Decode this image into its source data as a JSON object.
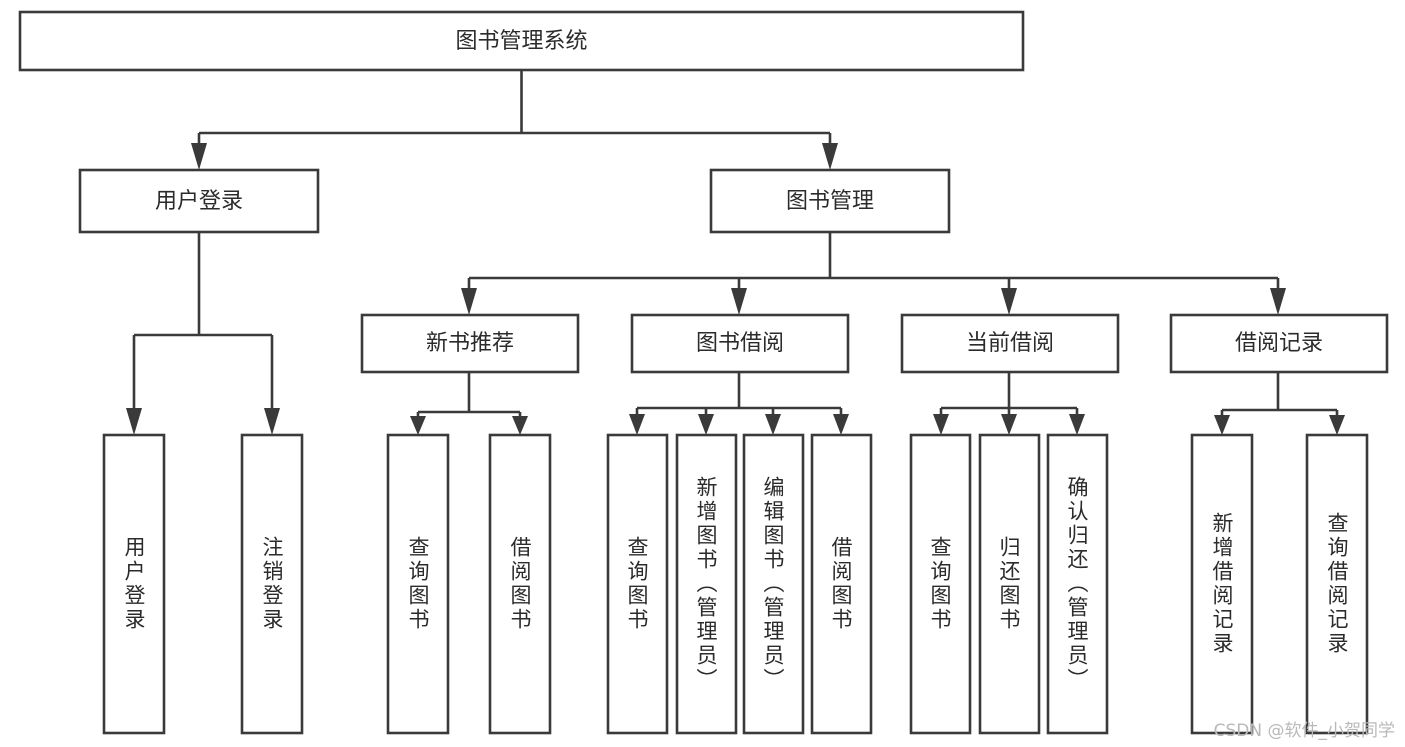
{
  "diagram": {
    "title": "图书管理系统",
    "type": "tree-hierarchy",
    "root": {
      "label": "图书管理系统"
    },
    "level1": [
      {
        "label": "用户登录"
      },
      {
        "label": "图书管理"
      }
    ],
    "level2": [
      {
        "label": "新书推荐"
      },
      {
        "label": "图书借阅"
      },
      {
        "label": "当前借阅"
      },
      {
        "label": "借阅记录"
      }
    ],
    "leaves": {
      "user_login": [
        {
          "label": "用户登录"
        },
        {
          "label": "注销登录"
        }
      ],
      "new_book_recommend": [
        {
          "label": "查询图书"
        },
        {
          "label": "借阅图书"
        }
      ],
      "book_borrow": [
        {
          "label": "查询图书"
        },
        {
          "label": "新增图书（管理员）"
        },
        {
          "label": "编辑图书（管理员）"
        },
        {
          "label": "借阅图书"
        }
      ],
      "current_borrow": [
        {
          "label": "查询图书"
        },
        {
          "label": "归还图书"
        },
        {
          "label": "确认归还（管理员）"
        }
      ],
      "borrow_record": [
        {
          "label": "新增借阅记录"
        },
        {
          "label": "查询借阅记录"
        }
      ]
    }
  },
  "watermark": {
    "text": "CSDN @软件_小贺同学"
  },
  "colors": {
    "stroke": "#3a3a3a",
    "box_fill": "#ffffff",
    "text": "#2b2b2b",
    "background": "#ffffff",
    "watermark": "#b9b9b9"
  }
}
